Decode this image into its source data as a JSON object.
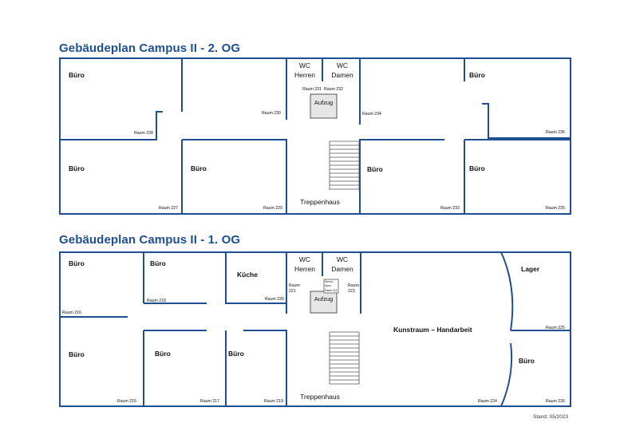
{
  "colors": {
    "wall": "#1d4f91",
    "title": "#1d4f91",
    "elevator_fill": "#e6e6e6",
    "stair": "#555555"
  },
  "plan2": {
    "title": "Gebäudeplan Campus II - 2. OG",
    "buero": "Büro",
    "wc_herren": [
      "WC",
      "Herren"
    ],
    "wc_damen": [
      "WC",
      "Damen"
    ],
    "raum_231": "Raum 231",
    "raum_232": "Raum 232",
    "aufzug": "Aufzug",
    "treppenhaus": "Treppenhaus",
    "raum_228": "Raum 228",
    "raum_230": "Raum 230",
    "raum_234": "Raum 234",
    "raum_236": "Raum 236",
    "raum_227": "Raum 227",
    "raum_229": "Raum 229",
    "raum_233": "Raum 233",
    "raum_235": "Raum 235"
  },
  "plan1": {
    "title": "Gebäudeplan Campus II - 1. OG",
    "buero": "Büro",
    "kueche": "Küche",
    "lager": "Lager",
    "kunstraum": "Kunstraum – Handarbeit",
    "wc_herren": [
      "WC",
      "Herren"
    ],
    "wc_damen": [
      "WC",
      "Damen"
    ],
    "raum_221": [
      "Raum",
      "221"
    ],
    "raum_223": [
      "Raum",
      "223"
    ],
    "server": [
      "Server-",
      "raum",
      "Raum 222"
    ],
    "aufzug": "Aufzug",
    "treppenhaus": "Treppenhaus",
    "raum_216": "Raum 216",
    "raum_218": "Raum 218",
    "raum_220": "Raum 220",
    "raum_225": "Raum 225",
    "raum_215": "Raum 215",
    "raum_217": "Raum 217",
    "raum_219": "Raum 219",
    "raum_224": "Raum 224",
    "raum_226": "Raum 226"
  },
  "footer": "Stand: 05/2023"
}
